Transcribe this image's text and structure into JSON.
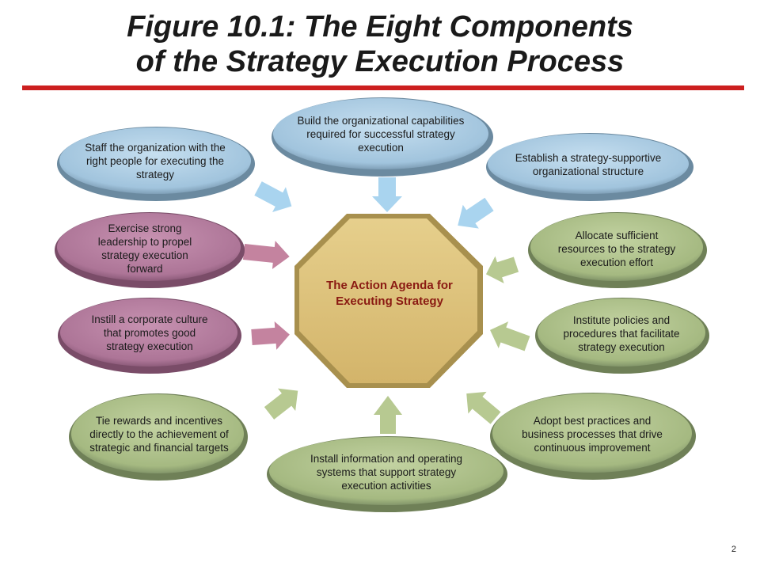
{
  "title": {
    "line1": "Figure 10.1:  The Eight Components",
    "line2": "of the Strategy Execution Process"
  },
  "center": {
    "label": "The Action Agenda for Executing Strategy"
  },
  "components": [
    {
      "text": "Build the organizational capabilities required for successful strategy execution",
      "color": "blue"
    },
    {
      "text": "Establish a strategy-supportive organizational structure",
      "color": "blue"
    },
    {
      "text": "Allocate sufficient resources to the strategy execution effort",
      "color": "green"
    },
    {
      "text": "Institute policies and procedures that facilitate strategy execution",
      "color": "green"
    },
    {
      "text": "Adopt best practices and business processes that drive continuous improvement",
      "color": "green"
    },
    {
      "text": "Install information and operating systems that support strategy execution activities",
      "color": "green"
    },
    {
      "text": "Tie rewards and incentives directly to the achievement of strategic and financial targets",
      "color": "green"
    },
    {
      "text": "Instill a corporate culture that promotes good strategy execution",
      "color": "purple"
    },
    {
      "text": "Exercise strong leadership to propel strategy execution forward",
      "color": "purple"
    },
    {
      "text": "Staff the organization with the right people for executing the strategy",
      "color": "blue"
    }
  ],
  "colors": {
    "blue": "#a9cae0",
    "green": "#a9bc86",
    "purple": "#b1789a",
    "center": "#dcc07a",
    "rule": "#cc1f1f",
    "center_text": "#8a1a12"
  },
  "page_number": "2"
}
